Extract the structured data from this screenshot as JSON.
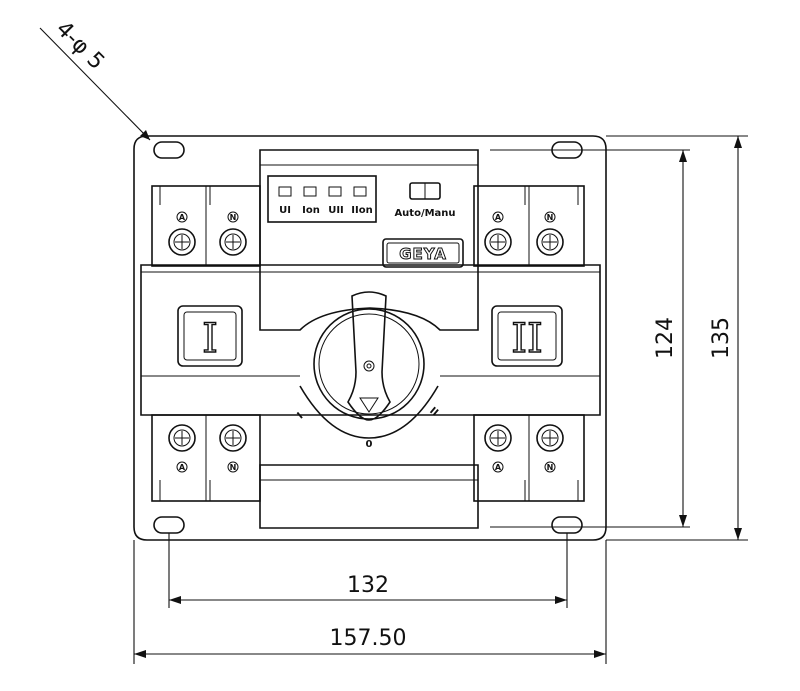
{
  "dimensions": {
    "hole_callout": "4-φ 5",
    "height_inner": "124",
    "height_outer": "135",
    "width_inner": "132",
    "width_outer": "157.50"
  },
  "indicators": {
    "labels": [
      "UI",
      "Ion",
      "UII",
      "IIon"
    ],
    "mode_label": "Auto/Manu"
  },
  "brand": "GEYA",
  "positions": {
    "left_button": "I",
    "right_button": "II",
    "knob_left": "I",
    "knob_center": "0",
    "knob_right": "II"
  },
  "terminals": {
    "top": [
      "A",
      "N",
      "A",
      "N"
    ],
    "bottom": [
      "A",
      "N",
      "A",
      "N"
    ]
  }
}
